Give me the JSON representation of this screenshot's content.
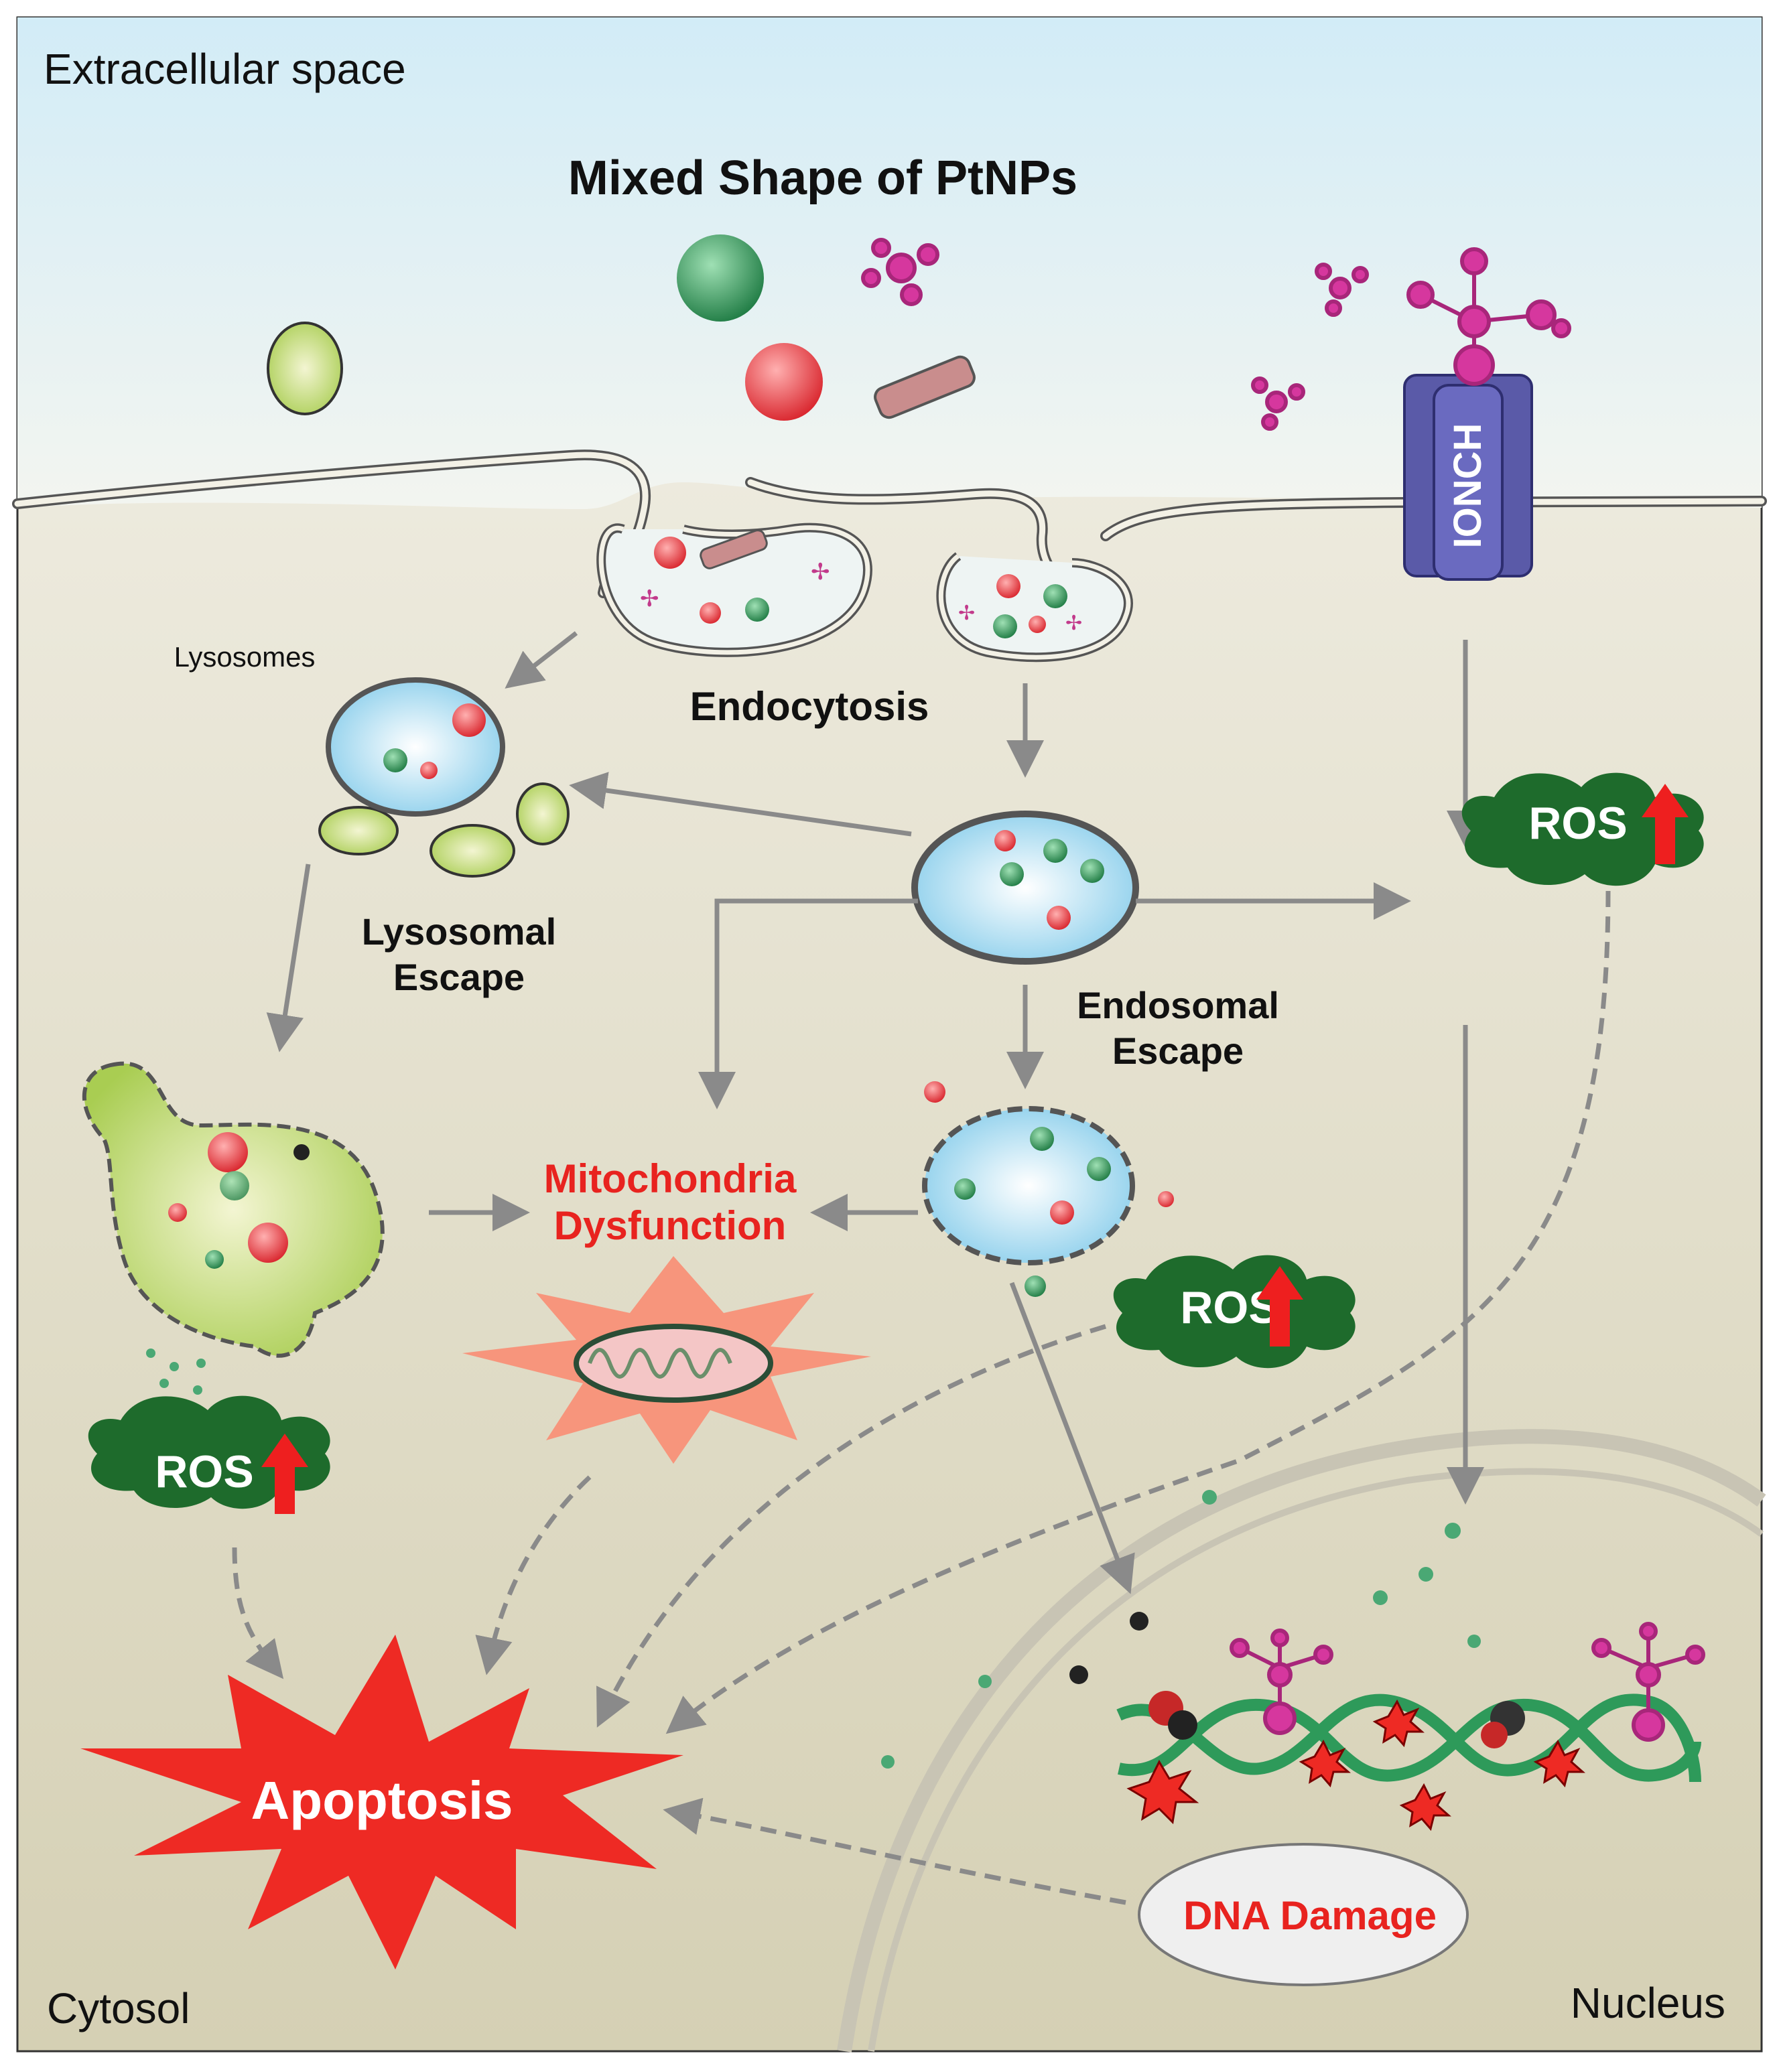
{
  "labels": {
    "extracellular": "Extracellular space",
    "mixed_shape": "Mixed Shape of PtNPs",
    "ionch": "IONCH",
    "lysosomes": "Lysosomes",
    "endocytosis": "Endocytosis",
    "lysosomal_escape_1": "Lysosomal",
    "lysosomal_escape_2": "Escape",
    "endosomal_escape_1": "Endosomal",
    "endosomal_escape_2": "Escape",
    "mito_1": "Mitochondria",
    "mito_2": "Dysfunction",
    "ros": "ROS",
    "apoptosis": "Apoptosis",
    "dna_damage": "DNA Damage",
    "cytosol": "Cytosol",
    "nucleus": "Nucleus"
  },
  "colors": {
    "extracellular_top": "#d6eef8",
    "cytosol": "#e4e0cc",
    "arrow": "#8a8a8a",
    "ros_cloud": "#1e6b2c",
    "apoptosis_star": "#ee2a24",
    "mito_star": "#f7957c",
    "ionch": "#5a5aa8",
    "pt_red": "#e8383a",
    "pt_green": "#2e9a5a",
    "pt_pink": "#d6379e",
    "label_red": "#e8231f"
  }
}
